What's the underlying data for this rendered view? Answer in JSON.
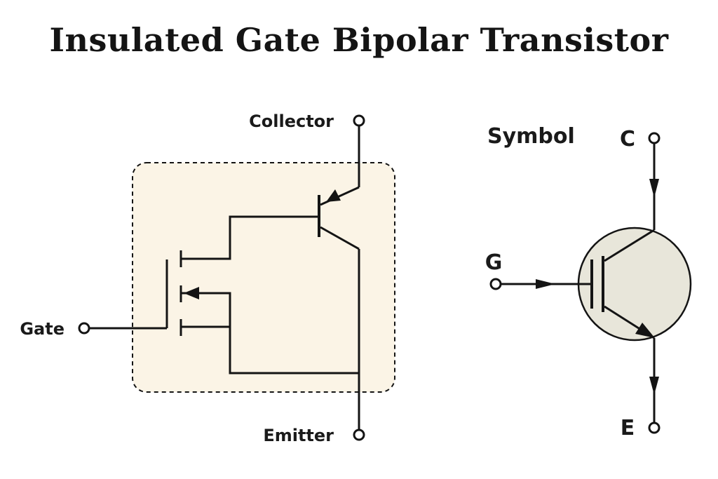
{
  "title": "Insulated Gate Bipolar Transistor",
  "circuit": {
    "collector_label": "Collector",
    "emitter_label": "Emitter",
    "gate_label": "Gate"
  },
  "symbol": {
    "heading": "Symbol",
    "c_label": "C",
    "g_label": "G",
    "e_label": "E"
  },
  "colors": {
    "module_fill": "#fbf4e6",
    "symbol_fill": "#e8e6da",
    "line": "#141414"
  }
}
